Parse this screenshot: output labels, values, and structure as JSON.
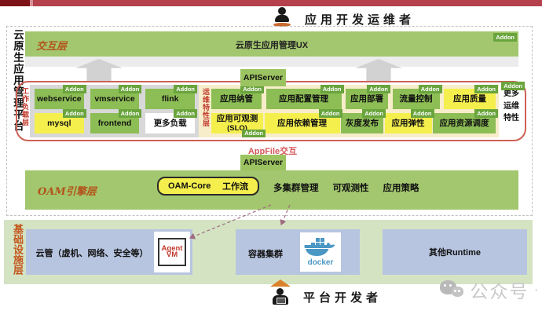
{
  "left_title": "云原生应用管理平台",
  "top_actor": "应用开发运维者",
  "bottom_actor": "平台开发者",
  "watermark": "公众号",
  "watermark_dot": "·",
  "addon_label": "Addon",
  "interaction": {
    "layer_label": "交互层",
    "content": "云原生应用管理UX"
  },
  "api_top": "APIServer",
  "appfile_label": "AppFile交互",
  "api_mid": "APIServer",
  "workload": {
    "layer_label": "工作负载层",
    "rows": [
      [
        {
          "label": "webservice",
          "color": "green"
        },
        {
          "label": "vmservice",
          "color": "green"
        },
        {
          "label": "flink",
          "color": "green"
        }
      ],
      [
        {
          "label": "mysql",
          "color": "yellow"
        },
        {
          "label": "frontend",
          "color": "green"
        },
        {
          "label": "更多负载",
          "color": "white"
        }
      ]
    ]
  },
  "ops": {
    "layer_label": "运维特性层",
    "more_label": "更多运维特性",
    "rows": [
      [
        {
          "label": "应用纳管",
          "color": "green"
        },
        {
          "label": "应用配置管理",
          "color": "green"
        },
        {
          "label": "应用部署",
          "color": "green"
        },
        {
          "label": "流量控制",
          "color": "green"
        },
        {
          "label": "应用质量",
          "color": "yellow"
        }
      ],
      [
        {
          "label": "应用可观测",
          "label2": "(SLO)",
          "color": "yellow",
          "tag": "br"
        },
        {
          "label": "应用依赖管理",
          "color": "yellow"
        },
        {
          "label": "灰度发布",
          "color": "green"
        },
        {
          "label": "应用弹性",
          "color": "yellow"
        },
        {
          "label": "应用资源调度",
          "color": "green"
        }
      ]
    ]
  },
  "oam": {
    "layer_label": "OAM引擎层",
    "core": "OAM-Core",
    "workflow": "工作流",
    "items": [
      "多集群管理",
      "可观测性",
      "应用策略"
    ]
  },
  "infra": {
    "layer_label": "基础设施层",
    "cloud_label": "云管（虚机、网络、安全等）",
    "agent": {
      "line1": "Agent",
      "line2": "VM"
    },
    "container_label": "容器集群",
    "docker_label": "docker",
    "other_label": "其他Runtime"
  },
  "colors": {
    "topbar_red": "#b5414d",
    "topbar_dark": "#7d1316",
    "bar_green": "#a3c76e",
    "item_green": "#8dbd55",
    "addon_green": "#69a43c",
    "item_yellow": "#f5ef4e",
    "cream_panel": "#f7edca",
    "gray_panel": "#d8d8d8",
    "red_border": "#cd6155",
    "infra_bg": "#d4e4c3",
    "blue_box": "#b7c5e0",
    "docker_blue": "#4a97c4",
    "label_orange": "#b2541c",
    "vlabel_red": "#c0392b"
  }
}
